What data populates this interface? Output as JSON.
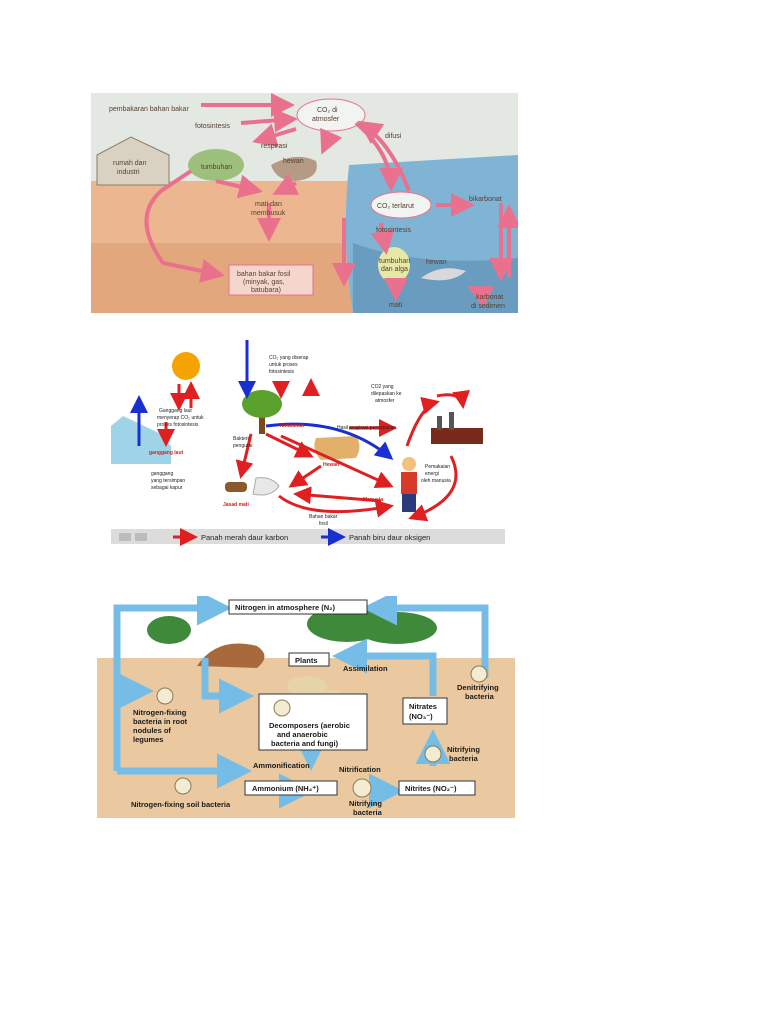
{
  "carbon_cycle": {
    "labels": {
      "combustion": "pembakaran bahan bakar",
      "co2_atmosphere_1": "CO₂ di",
      "co2_atmosphere_2": "atmosfer",
      "photosynthesis": "fotosintesis",
      "respiration": "respirasi",
      "house_1": "rumah dan",
      "house_2": "industri",
      "plants": "tumbuhan",
      "animals": "hewan",
      "diffusion": "difusi",
      "dead_decay_1": "mati dan",
      "dead_decay_2": "membusuk",
      "dissolved_co2": "CO₂ terlarut",
      "bicarbonate": "bikarbonat",
      "photosynthesis_sea": "fotosintesis",
      "sea_plants_1": "tumbuhan",
      "sea_plants_2": "dan alga",
      "sea_animal": "hewan",
      "fossil_1": "bahan bakar fosil",
      "fossil_2": "(minyak, gas,",
      "fossil_3": "batubara)",
      "dead_sea": "mati",
      "sediment_1": "karbonat",
      "sediment_2": "di sedimen"
    },
    "colors": {
      "sky": "#dfe6e2",
      "soil": "#e9b48a",
      "sea": "#7fb4d4",
      "arrow": "#e9718e"
    }
  },
  "carbon_oxygen_cycle": {
    "labels": {
      "co2_absorbed_1": "CO₂ yang diserap",
      "co2_absorbed_2": "untuk proses",
      "co2_absorbed_3": "fotosintesis",
      "seaweed_1": "Ganggang laut",
      "seaweed_2": "menyerap CO₂ untuk",
      "seaweed_3": "proses fotosintesis",
      "plants": "Tumbuhan",
      "decomposer_1": "Bakteri",
      "decomposer_2": "pengurai",
      "respiration": "Hasil respirasi pernapasan",
      "co2_released_1": "CO2 yang",
      "co2_released_2": "dilepaskan ke",
      "co2_released_3": "atmosfer",
      "sea_algae": "ganggang laut",
      "stored_1": "ganggang",
      "stored_2": "yang tersimpan",
      "stored_3": "sebagai kapur",
      "animals": "Hewan",
      "energy_1": "Pemakaian",
      "energy_2": "energi",
      "energy_3": "oleh manusia",
      "dead": "Jasad mati",
      "humans": "Manusia",
      "fossil_1": "Bahan bakar",
      "fossil_2": "fosil"
    },
    "legend": {
      "red": "Panah merah daur karbon",
      "blue": "Panah biru daur oksigen"
    },
    "colors": {
      "carbon": "#e02020",
      "oxygen": "#1a2fd0"
    }
  },
  "nitrogen_cycle": {
    "labels": {
      "atmosphere": "Nitrogen in atmosphere (N₂)",
      "plants": "Plants",
      "assimilation": "Assimilation",
      "denitrifying_1": "Denitrifying",
      "denitrifying_2": "bacteria",
      "fixing_root_1": "Nitrogen-fixing",
      "fixing_root_2": "bacteria in root",
      "fixing_root_3": "nodules of",
      "fixing_root_4": "legumes",
      "decomposers_1": "Decomposers (aerobic",
      "decomposers_2": "and anaerobic",
      "decomposers_3": "bacteria and fungi)",
      "nitrates_1": "Nitrates",
      "nitrates_2": "(NO₃⁻)",
      "nitrifying_1": "Nitrifying",
      "nitrifying_2": "bacteria",
      "ammonification": "Ammonification",
      "nitrification": "Nitrification",
      "ammonium": "Ammonium (NH₄⁺)",
      "nitrites": "Nitrites (NO₂⁻)",
      "fixing_soil": "Nitrogen-fixing soil bacteria",
      "nitrifying_bottom_1": "Nitrifying",
      "nitrifying_bottom_2": "bacteria"
    },
    "colors": {
      "sky": "#ffffff",
      "soil": "#eac9a0",
      "arrow": "#75bde6",
      "plant": "#3f8a3a"
    }
  }
}
